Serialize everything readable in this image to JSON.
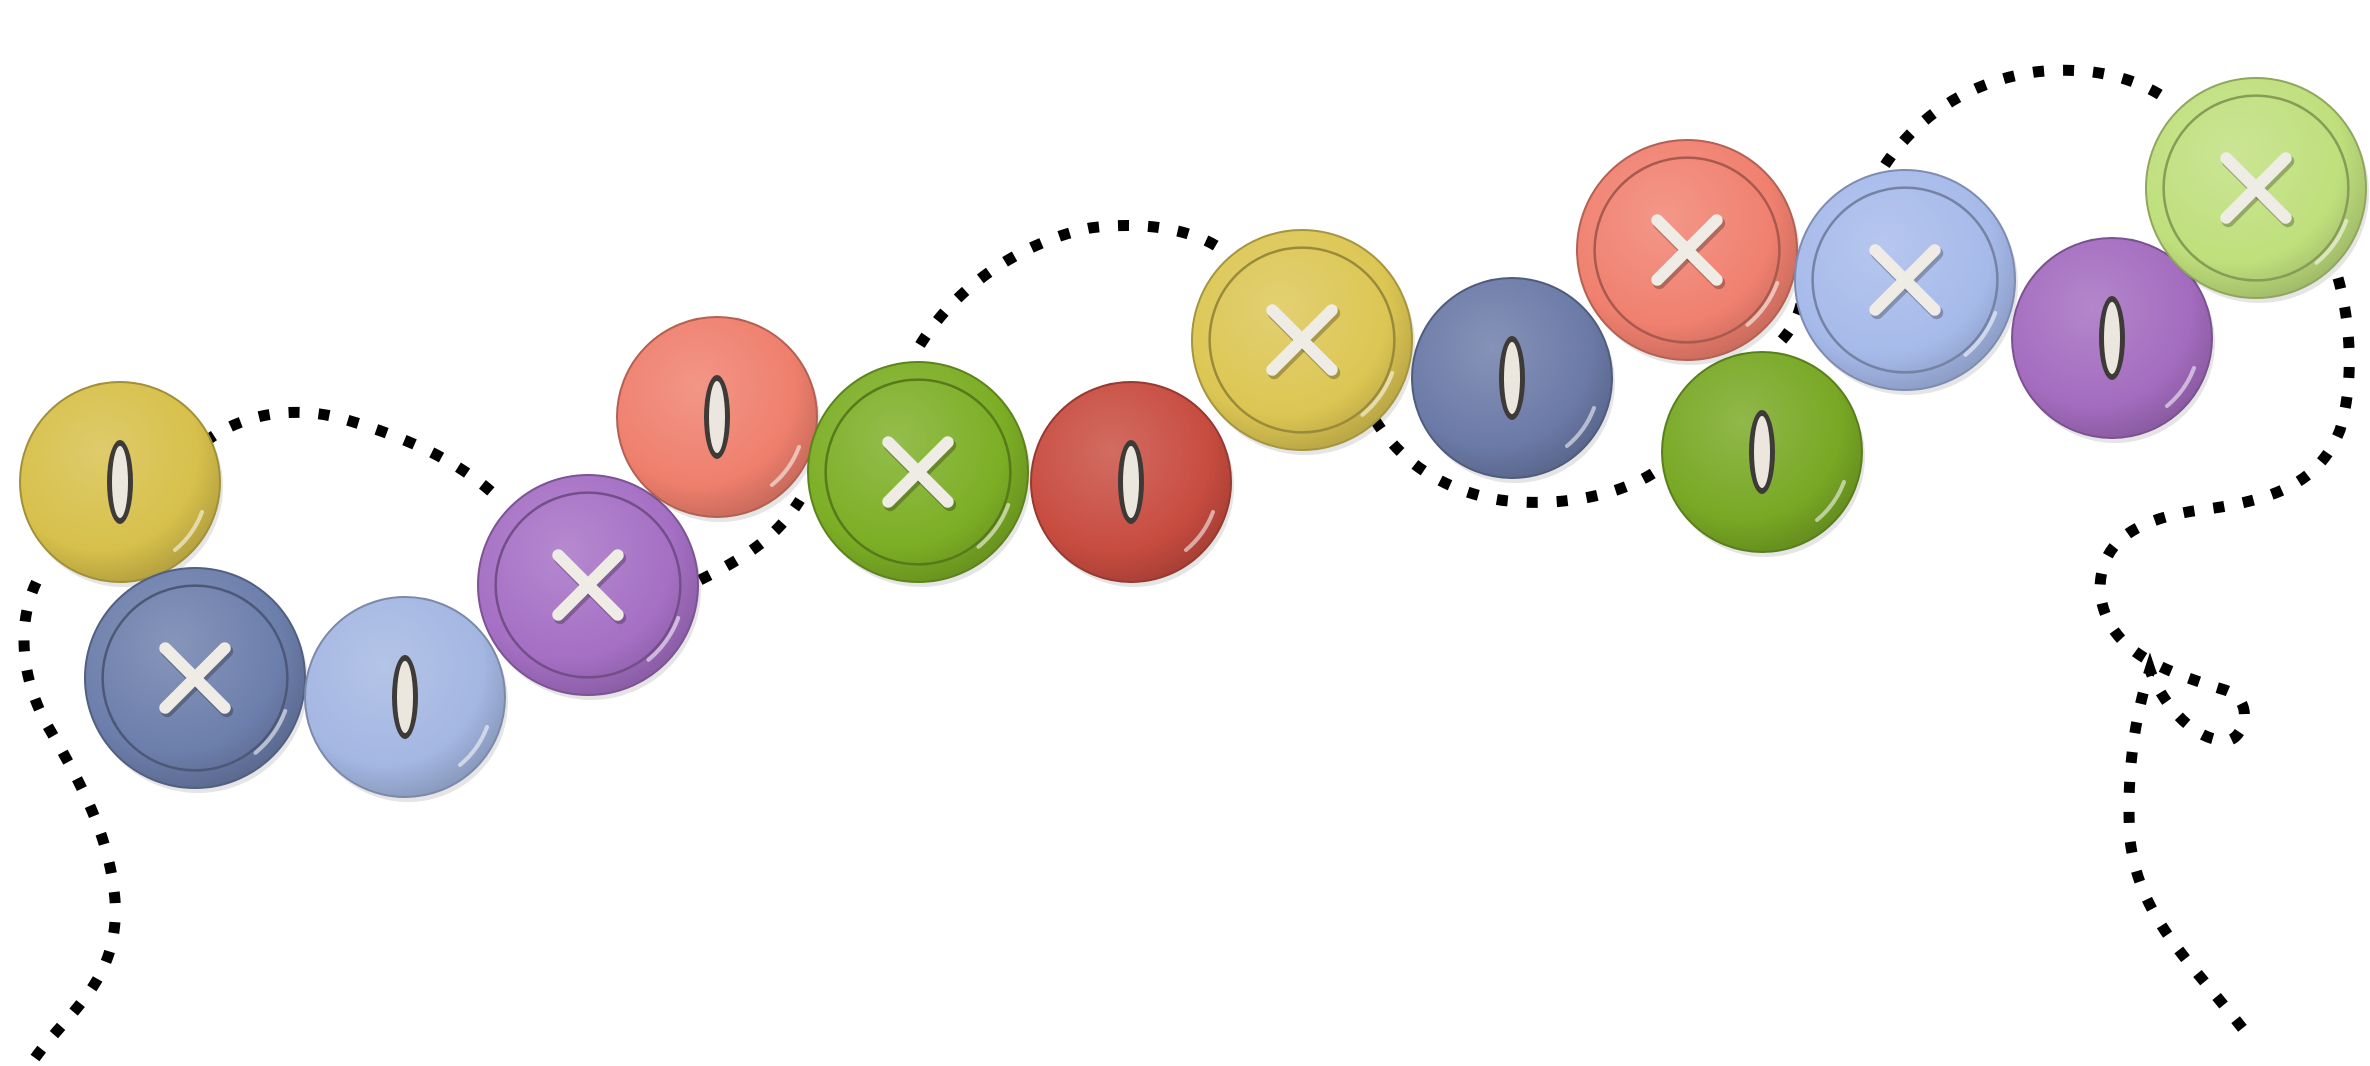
{
  "illustration": {
    "background": "#ffffff",
    "thread_color": "#000000",
    "buttons": [
      {
        "color": "#d7c04b",
        "style": "slit"
      },
      {
        "color": "#6c7eab",
        "style": "cross"
      },
      {
        "color": "#a4b7e2",
        "style": "slit"
      },
      {
        "color": "#a56fc4",
        "style": "cross"
      },
      {
        "color": "#ef7f6d",
        "style": "slit"
      },
      {
        "color": "#7cae25",
        "style": "cross"
      },
      {
        "color": "#c84c40",
        "style": "slit"
      },
      {
        "color": "#dcc653",
        "style": "cross"
      },
      {
        "color": "#6b7aa7",
        "style": "slit"
      },
      {
        "color": "#f0806f",
        "style": "cross"
      },
      {
        "color": "#78a824",
        "style": "slit"
      },
      {
        "color": "#a6baea",
        "style": "cross"
      },
      {
        "color": "#a46cbf",
        "style": "slit"
      },
      {
        "color": "#bfdf7c",
        "style": "cross"
      }
    ]
  }
}
